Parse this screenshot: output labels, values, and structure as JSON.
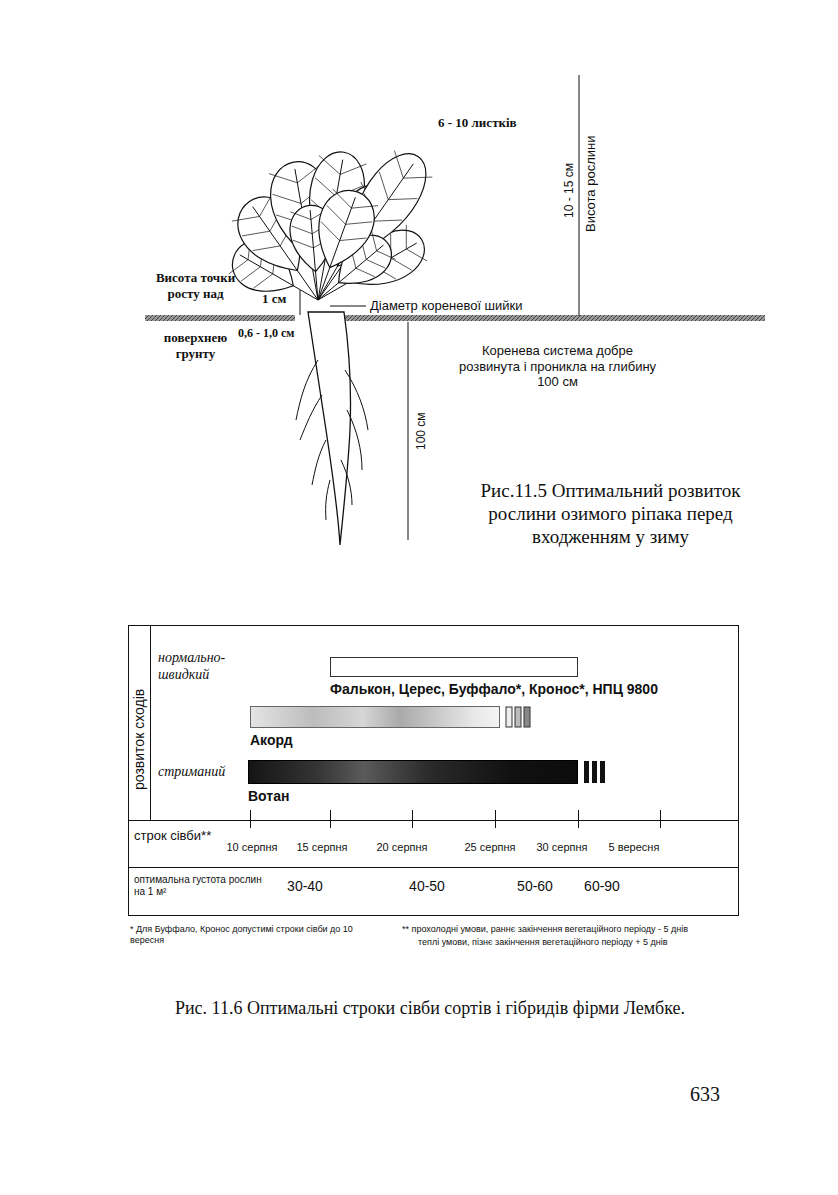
{
  "diagram": {
    "caption": "Рис. 11.6 Оптимальні строки сівби сортів і гібридів фірми Лембке.",
    "nodes": [
      {
        "text": [
          "Фалькон, Церес, Буффало*, Кронос*, НПЦ 9800"
        ]
      },
      {
        "text": [
          "Акорд"
        ]
      },
      {
        "text": [
          "Вотан"
        ]
      }
    ],
    "labels": [
      "6 - 10 листків",
      "10 - 15 см",
      "Висота рослини",
      "Висота точки росту над",
      "1 см",
      "Діаметр кореневої шийки",
      "поверхнею грунту",
      "0,6 - 1,0 см",
      "Коренева система добре розвинута і проникла на глибину 100 см",
      "100 см",
      "Рис.11.5 Оптимальний розвиток рослини озимого ріпака перед входженням у зиму",
      "розвиток сходів",
      "нормально-швидкий",
      "стриманий",
      "строк сівби**",
      "10 серпня",
      "15 серпня",
      "20 серпня",
      "25 серпня",
      "30 серпня",
      "5 вересня",
      "оптимальна густота рослин на 1 м²",
      "30-40",
      "40-50",
      "50-60",
      "60-90",
      "* Для Буффало, Кронос допустимі строки сівби до 10 вересня",
      "** прохолодні умови, раннє закінчення вегетаційного періоду - 5 днів",
      "теплі умови, пізнє закінчення вегетаційного періоду + 5 днів",
      "633"
    ]
  }
}
